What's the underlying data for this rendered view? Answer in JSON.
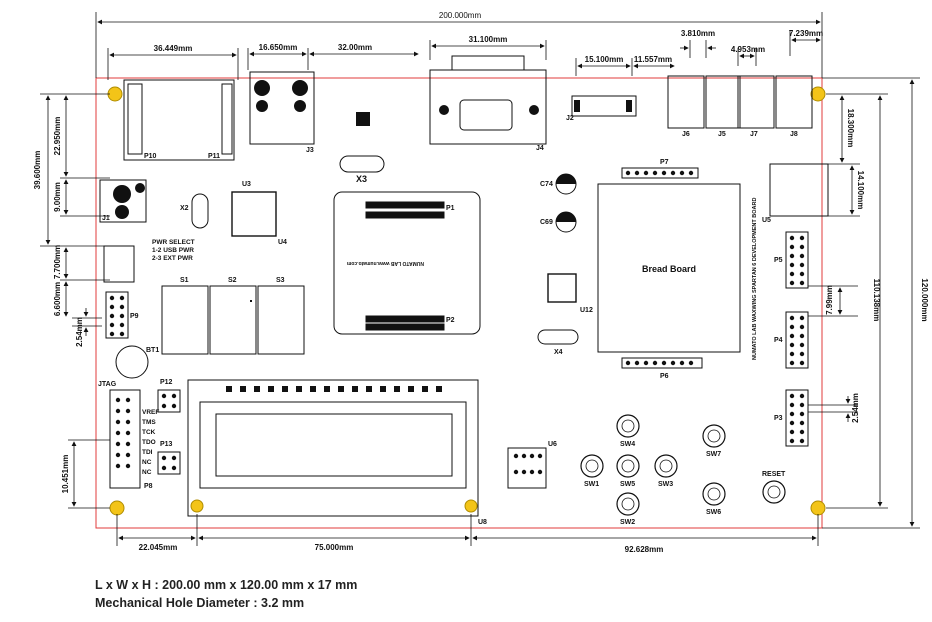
{
  "dimensions": {
    "overall_width": "200.000mm",
    "overall_height": "120.000mm",
    "pcb_inner_height": "110.138mm",
    "dim_36": "36.449mm",
    "dim_16": "16.650mm",
    "dim_32": "32.00mm",
    "dim_31": "31.100mm",
    "dim_15": "15.100mm",
    "dim_11": "11.557mm",
    "dim_3810": "3.810mm",
    "dim_4953": "4.953mm",
    "dim_7239": "7.239mm",
    "dim_22950": "22.950mm",
    "dim_39600": "39.600mm",
    "dim_9": "9.00mm",
    "dim_7700": "7.700mm",
    "dim_6600": "6.600mm",
    "dim_254_left": "2.54mm",
    "dim_10451": "10.451mm",
    "dim_22045": "22.045mm",
    "dim_75": "75.000mm",
    "dim_92628": "92.628mm",
    "dim_18300": "18.300mm",
    "dim_14100": "14.100mm",
    "dim_799": "7.99mm",
    "dim_254_right": "2.54mm"
  },
  "labels": {
    "bread_board": "Bread Board",
    "pwr_select": "PWR SELECT",
    "usb_pwr": "1-2 USB PWR",
    "ext_pwr": "2-3 EXT PWR",
    "jtag": "JTAG",
    "vref": "VREF",
    "tms": "TMS",
    "tck": "TCK",
    "tdo": "TDO",
    "tdi": "TDI",
    "nc1": "NC",
    "nc2": "NC",
    "reset": "RESET",
    "board_title": "NUMATO LAB WAXWING SPARTAN 6 DEVELOPMENT BOARD",
    "logo_text": "NUMATO LAB www.numato.com",
    "x3": "X3",
    "x2": "X2",
    "x4": "X4"
  },
  "components": {
    "p10": "P10",
    "p11": "P11",
    "j1": "J1",
    "j2": "J2",
    "j3": "J3",
    "j4": "J4",
    "p1": "P1",
    "p2": "P2",
    "p3": "P3",
    "p4": "P4",
    "p5": "P5",
    "p6": "P6",
    "p7": "P7",
    "p8": "P8",
    "p9": "P9",
    "p12": "P12",
    "p13": "P13",
    "u3": "U3",
    "u4": "U4",
    "u5": "U5",
    "u6": "U6",
    "u8": "U8",
    "u12": "U12",
    "s1": "S1",
    "s2": "S2",
    "s3": "S3",
    "sw1": "SW1",
    "sw2": "SW2",
    "sw3": "SW3",
    "sw4": "SW4",
    "sw5": "SW5",
    "sw6": "SW6",
    "sw7": "SW7",
    "j5": "J5",
    "j6": "J6",
    "j7": "J7",
    "j8": "J8",
    "c74": "C74",
    "c69": "C69",
    "bt1": "BT1"
  },
  "specs": {
    "size": "L x W x H : 200.00 mm x 120.00 mm x 17 mm",
    "hole": "Mechanical Hole Diameter : 3.2 mm"
  },
  "colors": {
    "outline": "#e23b3b",
    "hole": "#f3c418",
    "ink": "#111111"
  }
}
